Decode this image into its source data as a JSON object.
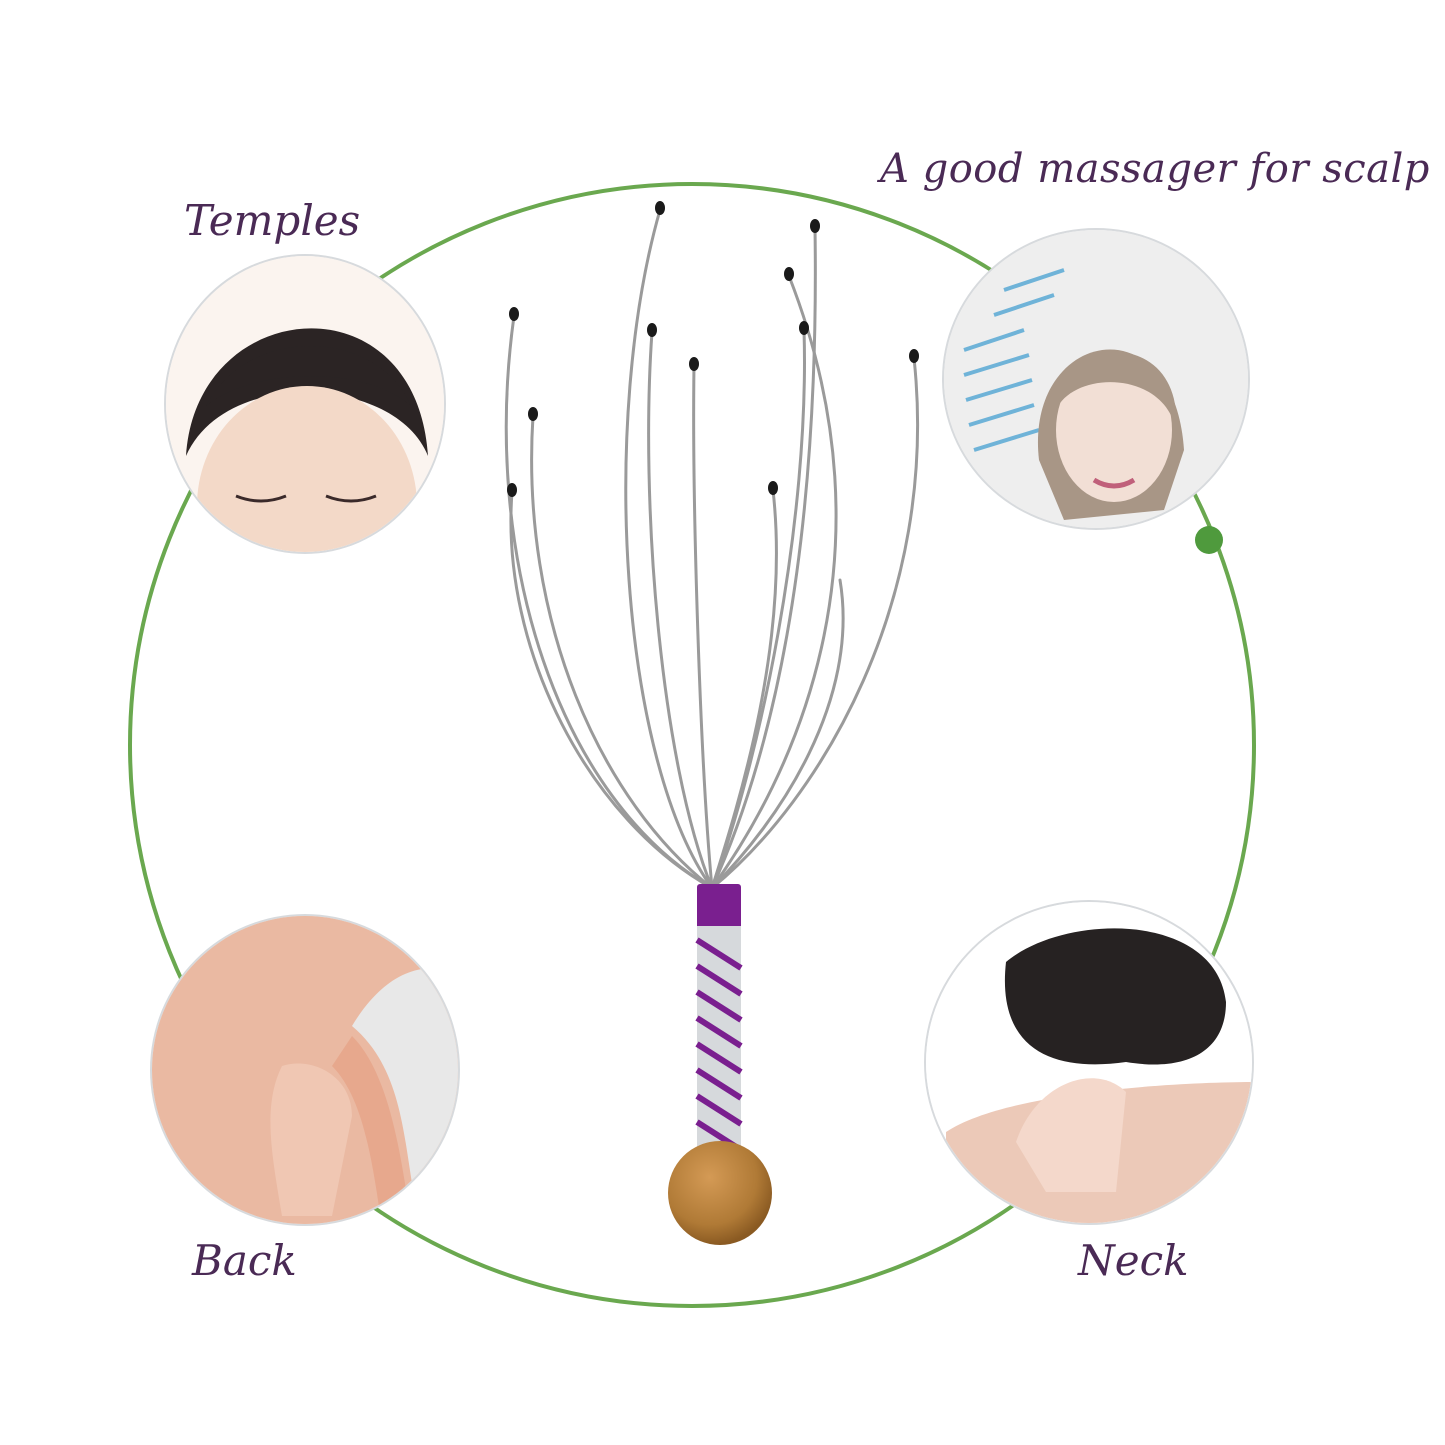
{
  "headline": "A good massager for scalp",
  "labels": {
    "temples": "Temples",
    "back": "Back",
    "neck": "Neck"
  },
  "colors": {
    "ring": "#6aa84f",
    "ring_dot": "#4f9a3d",
    "text": "#4a2a55",
    "handle_purple": "#7a1f8f",
    "handle_silver": "#d6d9dc",
    "wood_ball": "#b07a36",
    "wire_tip": "#1a1a1a",
    "wire": "#9a9a9a"
  },
  "product": {
    "name": "scalp massager",
    "prong_count": 12,
    "parts": [
      "wire-prongs",
      "purple-collar",
      "twisted-handle",
      "wooden-ball"
    ]
  },
  "photos": [
    {
      "id": "temples",
      "subject": "woman forehead, eyes closed"
    },
    {
      "id": "scalp",
      "subject": "woman using head massager, smiling"
    },
    {
      "id": "back",
      "subject": "hand on back under arm"
    },
    {
      "id": "neck",
      "subject": "hand on neck/shoulder, dark hair"
    }
  ]
}
